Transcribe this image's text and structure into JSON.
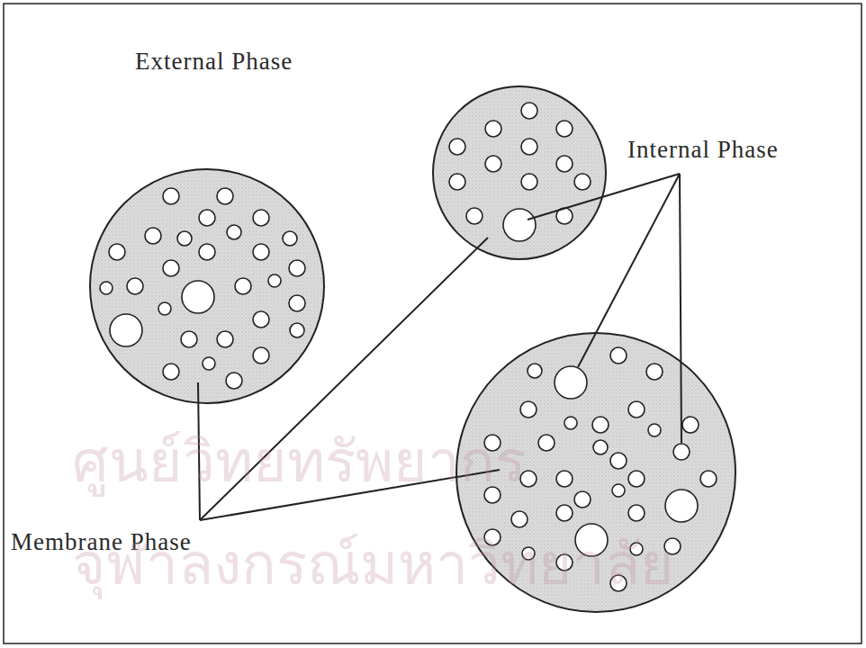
{
  "diagram": {
    "labels": [
      "External Phase",
      "Internal Phase",
      "Membrane Phase",
      "ศูนย์วิทยทรัพยากร",
      "จุฬาลงกรณ์มหาวิทยาลัย"
    ]
  }
}
